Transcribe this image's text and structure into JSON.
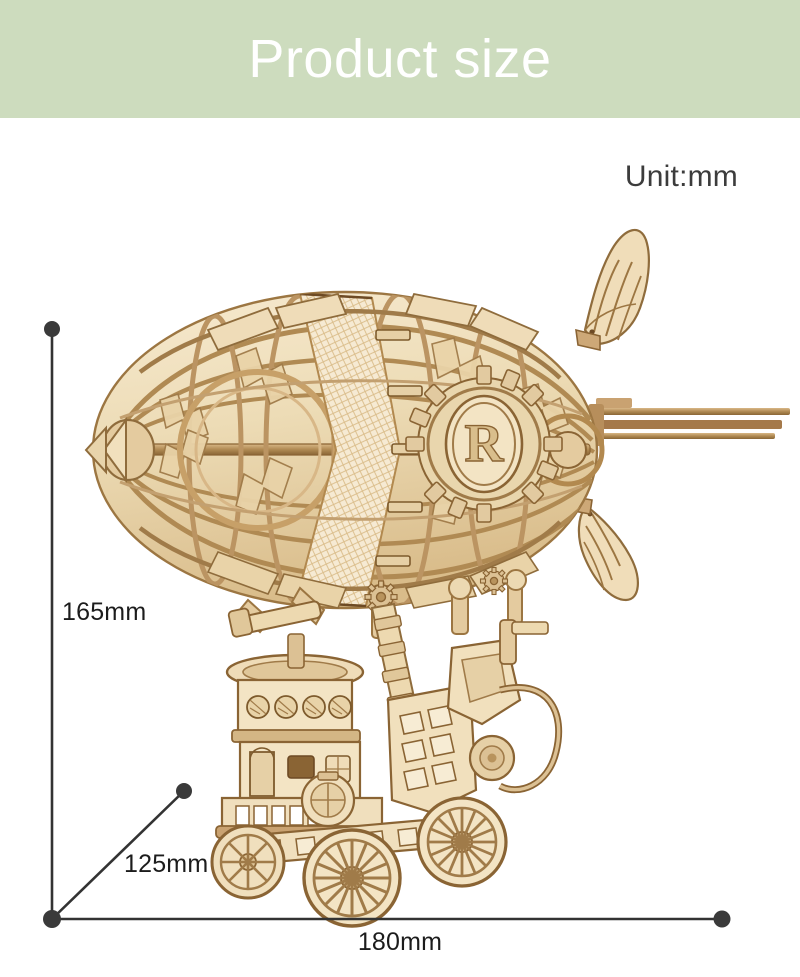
{
  "header": {
    "title": "Product size",
    "background_color": "#cddcbe",
    "text_color": "#ffffff"
  },
  "unit_note": {
    "text": "Unit:mm"
  },
  "dimensions": {
    "height": {
      "label": "165mm",
      "value": 165,
      "unit": "mm",
      "axis": "height"
    },
    "depth": {
      "label": "125mm",
      "value": 125,
      "unit": "mm",
      "axis": "depth"
    },
    "width": {
      "label": "180mm",
      "value": 180,
      "unit": "mm",
      "axis": "width"
    }
  },
  "product": {
    "name": "wooden-airship-model",
    "brand_emblem_letter": "R",
    "wood_light": "#f3e3c2",
    "wood_mid": "#e0c79a",
    "wood_dark": "#b8935d",
    "wood_edge": "#8a6434",
    "wood_burn": "#6d4a24"
  },
  "line_style": {
    "color": "#333333",
    "dot_color": "#3a3a3a"
  }
}
